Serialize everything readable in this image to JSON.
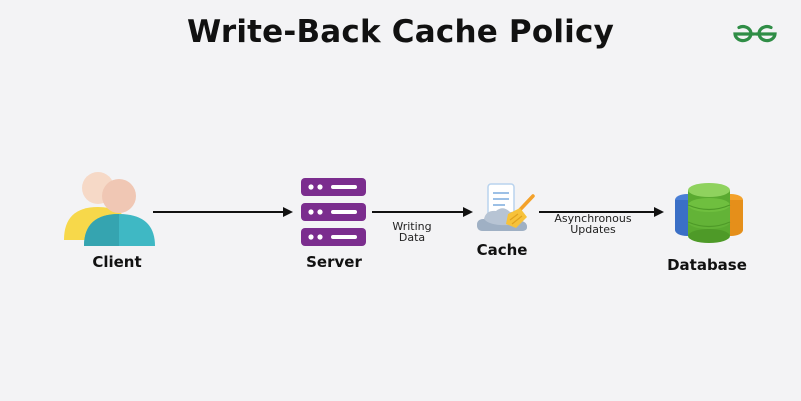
{
  "title": "Write-Back Cache Policy",
  "logo": {
    "name": "geeksforgeeks-logo",
    "color": "#2f8d46"
  },
  "nodes": [
    {
      "id": "client",
      "label": "Client",
      "icon": "users-icon"
    },
    {
      "id": "server",
      "label": "Server",
      "icon": "server-rack-icon"
    },
    {
      "id": "cache",
      "label": "Cache",
      "icon": "cloud-cache-icon"
    },
    {
      "id": "database",
      "label": "Database",
      "icon": "database-icon"
    }
  ],
  "edges": [
    {
      "from": "client",
      "to": "server",
      "label_line1": "",
      "label_line2": ""
    },
    {
      "from": "server",
      "to": "cache",
      "label_line1": "Writing",
      "label_line2": "Data"
    },
    {
      "from": "cache",
      "to": "database",
      "label_line1": "Asynchronous",
      "label_line2": "Updates"
    }
  ],
  "colors": {
    "background": "#f3f3f5",
    "server": "#7b2d8e",
    "arrow": "#111111",
    "db_green": "#6fbf3f",
    "db_blue": "#4a7fd6",
    "db_orange": "#f3a12a",
    "client_teal": "#3fb8c4",
    "client_yellow": "#f7d84a",
    "skin": "#f6d9c7"
  }
}
